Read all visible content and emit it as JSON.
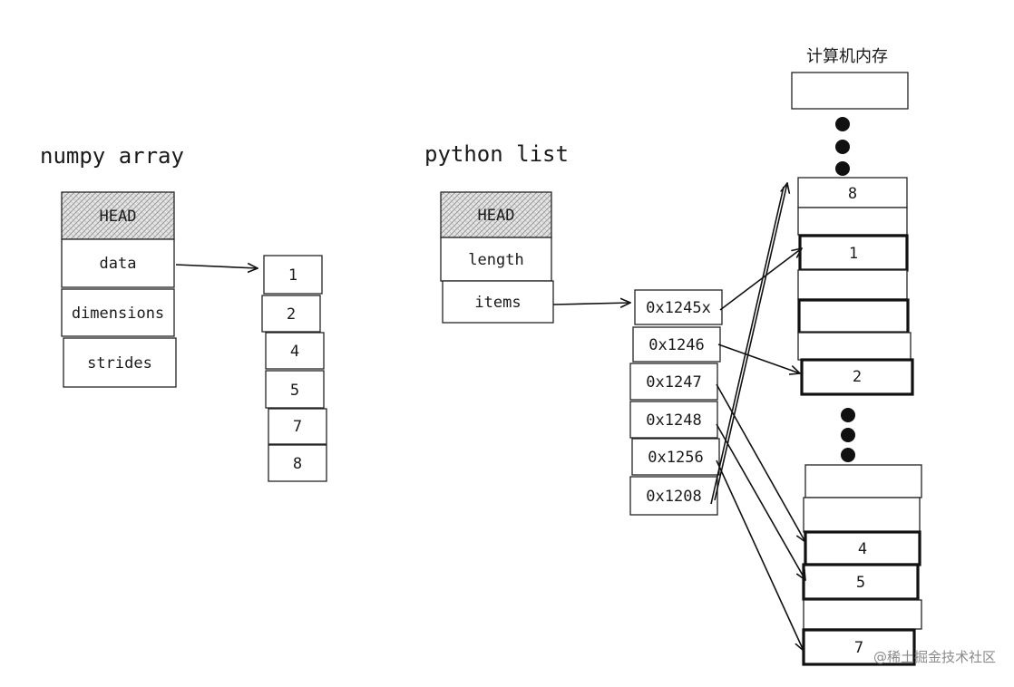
{
  "numpy": {
    "title": "numpy array",
    "fields": [
      "HEAD",
      "data",
      "dimensions",
      "strides"
    ],
    "values": [
      "1",
      "2",
      "4",
      "5",
      "7",
      "8"
    ]
  },
  "python": {
    "title": "python list",
    "fields": [
      "HEAD",
      "length",
      "items"
    ],
    "pointers": [
      "0x1245x",
      "0x1246",
      "0x1247",
      "0x1248",
      "0x1256",
      "0x1208"
    ]
  },
  "memory": {
    "title": "计算机内存",
    "top_cell": "",
    "cells_a": [
      "8",
      "",
      "1",
      "",
      "",
      "",
      "2"
    ],
    "cells_b": [
      "",
      "",
      "4",
      "5",
      "",
      "7"
    ]
  },
  "watermark": "@稀土掘金技术社区"
}
